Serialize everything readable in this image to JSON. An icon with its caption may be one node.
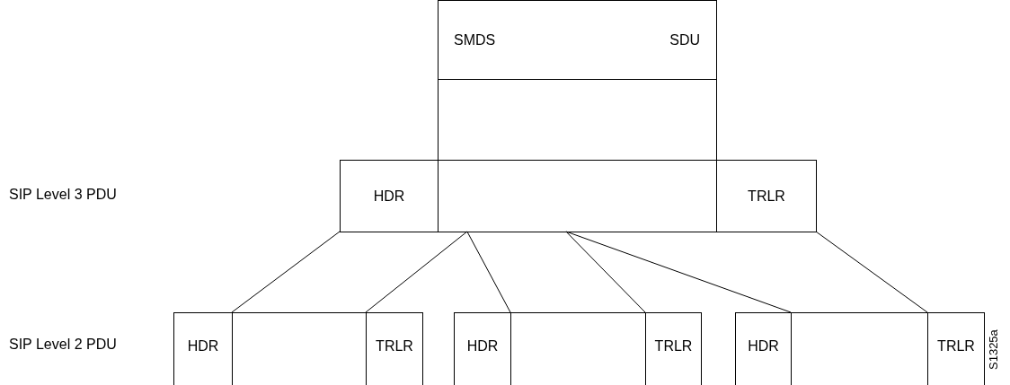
{
  "diagram": {
    "nodes": [
      {
        "text": [
          "SMDS",
          "SDU"
        ]
      },
      {
        "text": [
          "HDR"
        ]
      },
      {
        "text": [],
        "shape": "box"
      },
      {
        "text": [
          "TRLR"
        ]
      },
      {
        "text": [
          "HDR"
        ]
      },
      {
        "text": [],
        "shape": "box"
      },
      {
        "text": [
          "TRLR"
        ]
      },
      {
        "text": [
          "HDR"
        ]
      },
      {
        "text": [],
        "shape": "box"
      },
      {
        "text": [
          "TRLR"
        ]
      },
      {
        "text": [
          "HDR"
        ]
      },
      {
        "text": [],
        "shape": "box"
      },
      {
        "text": [
          "TRLR"
        ]
      }
    ],
    "edges": [
      {
        "from": 1,
        "to": 5,
        "arrow": "none"
      },
      {
        "from": 2,
        "to": 5,
        "arrow": "none"
      },
      {
        "from": 2,
        "to": 8,
        "arrow": "none"
      },
      {
        "from": 2,
        "to": 8,
        "arrow": "none"
      },
      {
        "from": 2,
        "to": 11,
        "arrow": "none"
      },
      {
        "from": 3,
        "to": 11,
        "arrow": "none"
      }
    ],
    "labels": [
      "SIP Level 3 PDU",
      "SIP Level 2 PDU",
      "S1325a"
    ]
  }
}
